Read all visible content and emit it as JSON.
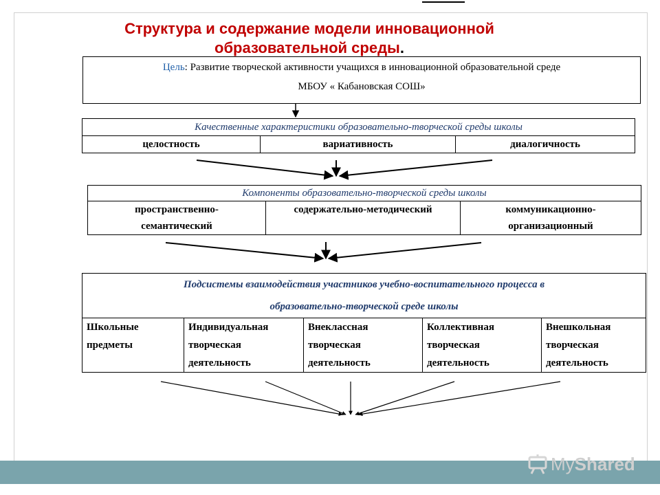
{
  "title": {
    "line1": "Структура и содержание модели инновационной",
    "line2": "образовательной среды",
    "dot": "."
  },
  "goal": {
    "label": "Цель",
    "text": ": Развитие творческой активности  учащихся в инновационной образовательной среде",
    "line2": "МБОУ « Кабановская СОШ»"
  },
  "characteristics": {
    "header": "Качественные характеристики  образовательно-творческой среды  школы",
    "items": [
      "целостность",
      "вариативность",
      "диалогичность"
    ]
  },
  "components": {
    "header": "Компоненты образовательно-творческой среды школы",
    "items": [
      "пространственно-\nсемантический",
      "содержательно-методический",
      "коммуникационно-\nорганизационный"
    ]
  },
  "subsystems": {
    "header_line1": "Подсистемы взаимодействия участников учебно-воспитательного процесса в",
    "header_line2": "образовательно-творческой среде школы",
    "items": [
      "Школьные\nпредметы",
      "Индивидуальная\nтворческая\nдеятельность",
      "Внеклассная\nтворческая\nдеятельность",
      "Коллективная\nтворческая\nдеятельность",
      "Внешкольная\nтворческая\nдеятельность"
    ]
  },
  "watermark": {
    "text_my": "My",
    "text_shared": "Shared"
  },
  "colors": {
    "title": "#c00000",
    "goal_label": "#1f5fa8",
    "header": "#1f3a6b",
    "band": "#7aa4ac"
  }
}
